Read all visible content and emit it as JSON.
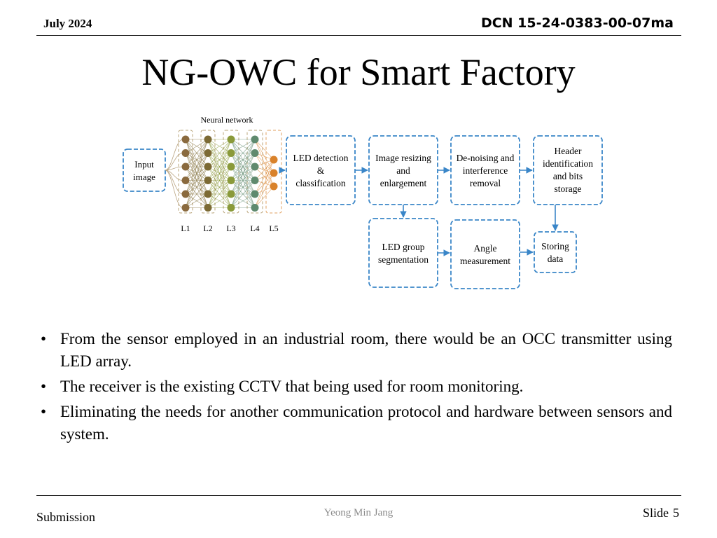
{
  "header": {
    "date": "July 2024",
    "document_number": "DCN 15-24-0383-00-07ma"
  },
  "title": "NG-OWC for Smart Factory",
  "figure": {
    "nn_title": "Neural network",
    "layer_labels": [
      "L1",
      "L2",
      "L3",
      "L4",
      "L5"
    ],
    "input": [
      "Input",
      "image"
    ],
    "stages_top": [
      [
        "LED detection",
        "&",
        "classification"
      ],
      [
        "Image resizing",
        "and",
        "enlargement"
      ],
      [
        "De-noising and",
        "interference",
        "removal"
      ],
      [
        "Header",
        "identification",
        "and bits",
        "storage"
      ]
    ],
    "stages_bottom": [
      [
        "LED group",
        "segmentation"
      ],
      [
        "Angle",
        "measurement"
      ],
      [
        "Storing",
        "data"
      ]
    ],
    "colors": {
      "box_border": "#3a86c8",
      "arrow": "#3a86c8",
      "layer_colors": [
        "#8a6a3e",
        "#7c6a34",
        "#8a9a3a",
        "#5f8a6e",
        "#d9822b"
      ]
    }
  },
  "bullets": [
    "From the sensor employed in an industrial room, there would be an OCC transmitter using LED array.",
    "The receiver is the existing CCTV that being used for room monitoring.",
    "Eliminating the needs for another communication protocol and hardware between sensors and system."
  ],
  "footer": {
    "left": "Submission",
    "center": "Yeong Min Jang",
    "slide_label": "Slide",
    "slide_number": "5"
  }
}
